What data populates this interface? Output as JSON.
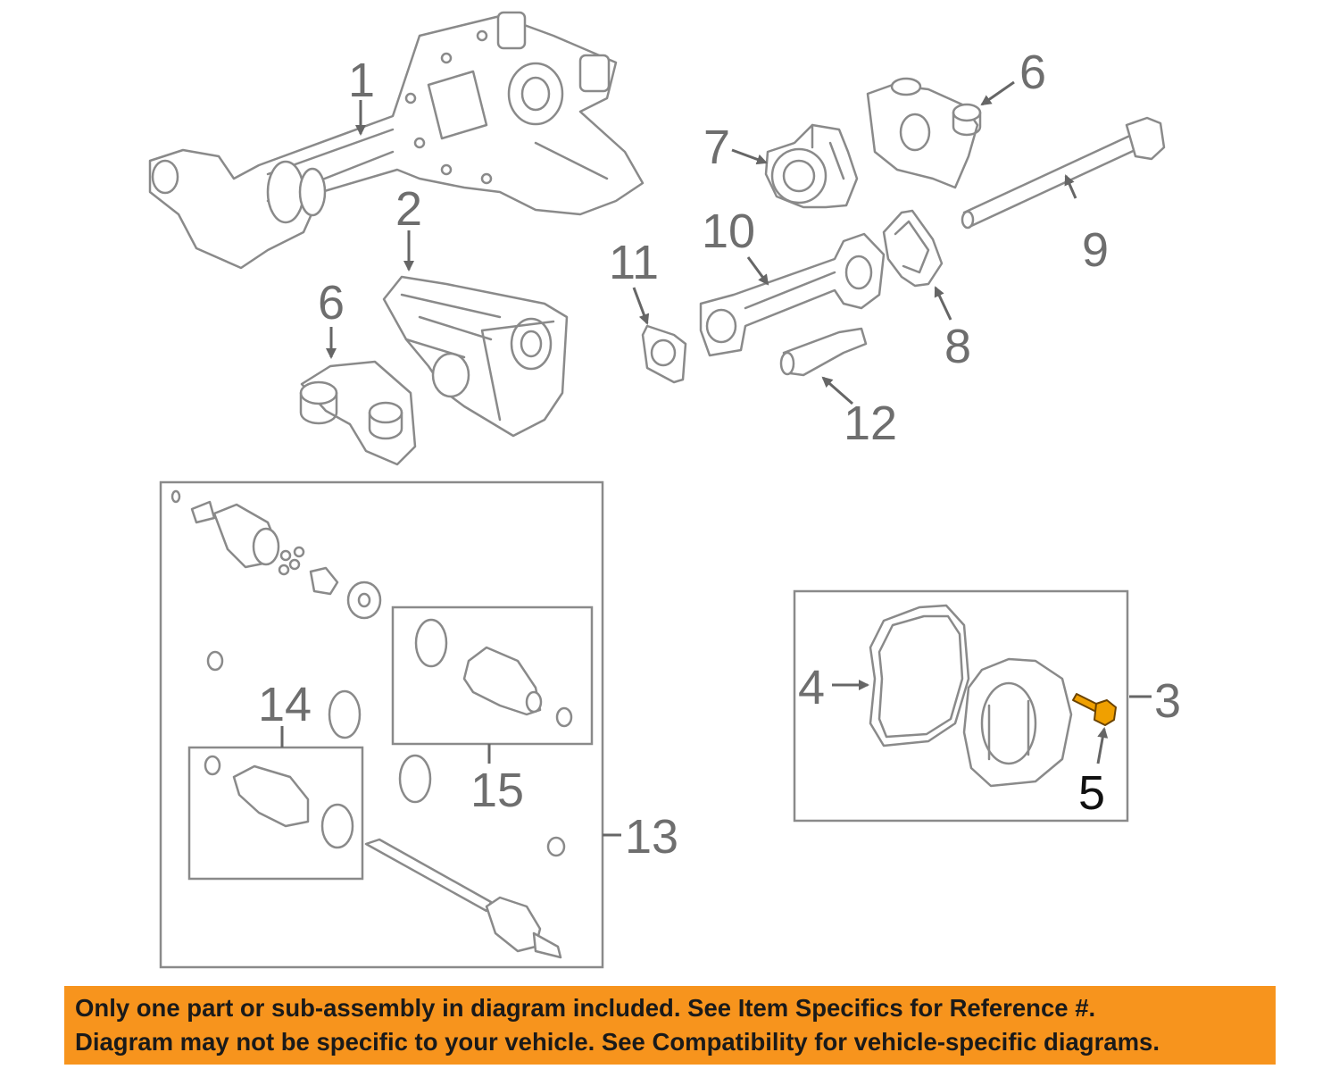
{
  "diagram": {
    "callouts": {
      "c1": "1",
      "c2": "2",
      "c3": "3",
      "c4": "4",
      "c5": "5",
      "c6a": "6",
      "c6b": "6",
      "c7": "7",
      "c8": "8",
      "c9": "9",
      "c10": "10",
      "c11": "11",
      "c12": "12",
      "c13": "13",
      "c14": "14",
      "c15": "15"
    },
    "highlight_color": "#f0a000",
    "line_color": "#8a8a8a"
  },
  "banner": {
    "line1": "Only one part or sub-assembly in diagram included. See Item Specifics for Reference #.",
    "line2": "Diagram may not be specific to your vehicle. See Compatibility for vehicle-specific diagrams.",
    "background": "#f7941d"
  }
}
